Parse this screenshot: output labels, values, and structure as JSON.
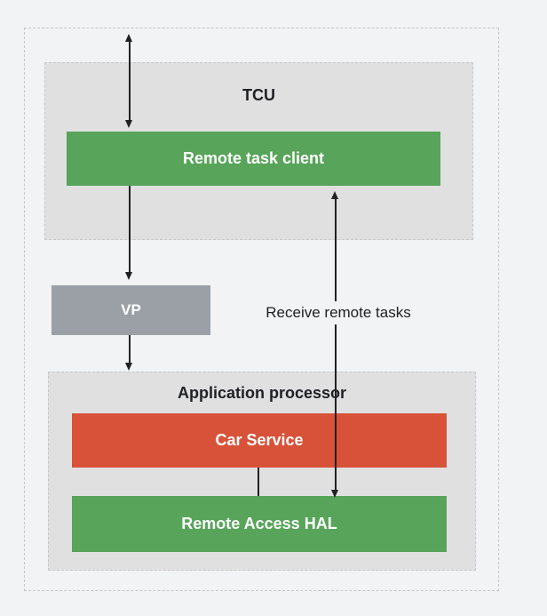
{
  "diagram": {
    "tcu": {
      "title": "TCU",
      "remote_task_client": "Remote task client"
    },
    "vp_label": "VP",
    "receive_remote_tasks_label": "Receive remote tasks",
    "application_processor": {
      "title": "Application processor",
      "car_service": "Car Service",
      "remote_access_hal": "Remote Access HAL"
    },
    "colors": {
      "bg": "#f1f3f4",
      "container_fill": "#e0e0e1",
      "container_border": "#c8c9cb",
      "outer_border": "#c5c8ca",
      "green": "#58a45a",
      "red": "#d8523a",
      "vp_gray": "#9aa0a6",
      "line": "#212124",
      "text_dark": "#202124",
      "text_light": "#ffffff"
    }
  }
}
